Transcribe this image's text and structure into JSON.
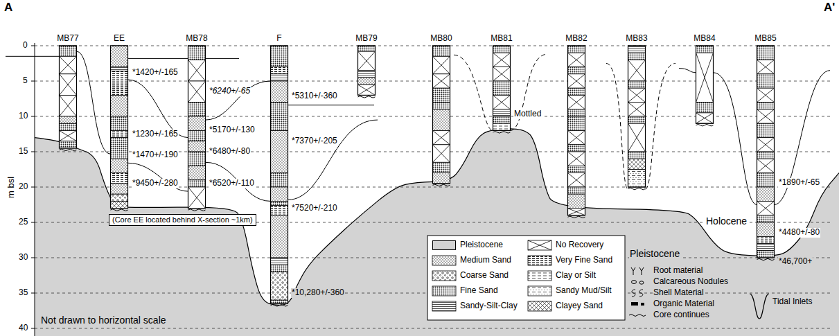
{
  "diagram": {
    "nodes": [
      {
        "text": [
          "MB77"
        ]
      },
      {
        "text": [
          "EE"
        ]
      },
      {
        "text": [
          "MB78"
        ]
      },
      {
        "text": [
          "F"
        ]
      },
      {
        "text": [
          "MB79"
        ]
      },
      {
        "text": [
          "MB80"
        ]
      },
      {
        "text": [
          "MB81"
        ]
      },
      {
        "text": [
          "MB82"
        ]
      },
      {
        "text": [
          "MB83"
        ]
      },
      {
        "text": [
          "MB84"
        ]
      },
      {
        "text": [
          "MB85"
        ]
      },
      {
        "text": [
          "(Core EE located behind X-section ~1km)"
        ]
      }
    ],
    "labels": [
      "A",
      "A'",
      "0",
      "5",
      "10",
      "15",
      "20",
      "25",
      "30",
      "35",
      "40",
      "m bsl",
      "*1420+/-165",
      "*1230+/-165",
      "*1470+/-190",
      "*9450+/-280",
      "*6240+/-65",
      "*5170+/-130",
      "*6480+/-80",
      "*6520+/-110",
      "*5310+/-360",
      "*7370+/-205",
      "*7520+/-210",
      "*10,280+/-360",
      "*1890+/-65",
      "*4480+/-80",
      "*46,700+",
      "Mottled",
      "Holocene",
      "Pleistocene",
      "Not drawn to horizontal scale"
    ],
    "legend": [
      {
        "text": "Pleistocene",
        "color": "#d3d3d3"
      },
      {
        "text": "No Recovery"
      },
      {
        "text": "Medium Sand"
      },
      {
        "text": "Very Fine Sand"
      },
      {
        "text": "Coarse Sand"
      },
      {
        "text": "Clay or Silt"
      },
      {
        "text": "Fine Sand"
      },
      {
        "text": "Sandy Mud/Silt"
      },
      {
        "text": "Sandy-Silt-Clay"
      },
      {
        "text": "Clayey Sand"
      },
      {
        "text": "Root material"
      },
      {
        "text": "Calcareous Nodules"
      },
      {
        "text": "Shell Material"
      },
      {
        "text": "Organic Material"
      },
      {
        "text": "Core continues"
      },
      {
        "text": "Tidal Inlets"
      }
    ]
  }
}
